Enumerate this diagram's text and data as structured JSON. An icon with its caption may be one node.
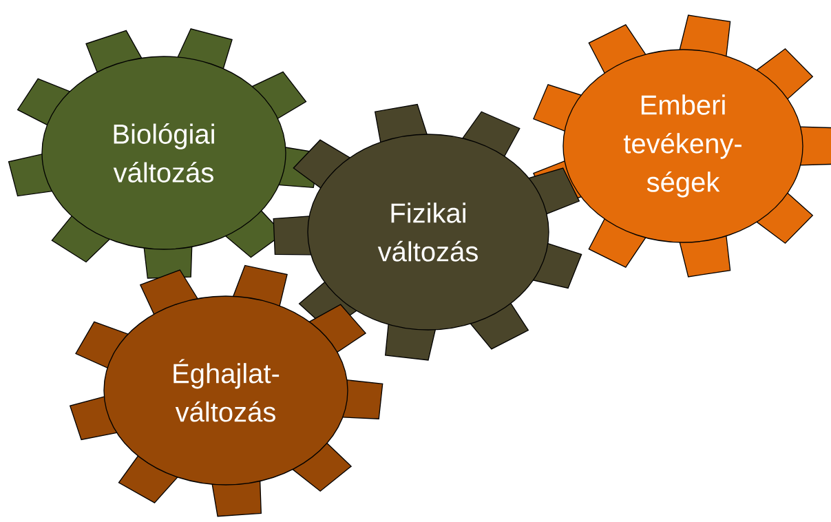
{
  "diagram": {
    "nodes": [
      {
        "text": [
          "Biológiai változás"
        ]
      },
      {
        "text": [
          "Emberi tevékeny- ségek"
        ]
      },
      {
        "text": [
          "Fizikai változás"
        ]
      },
      {
        "text": [
          "Éghajlat- változás"
        ]
      }
    ]
  }
}
